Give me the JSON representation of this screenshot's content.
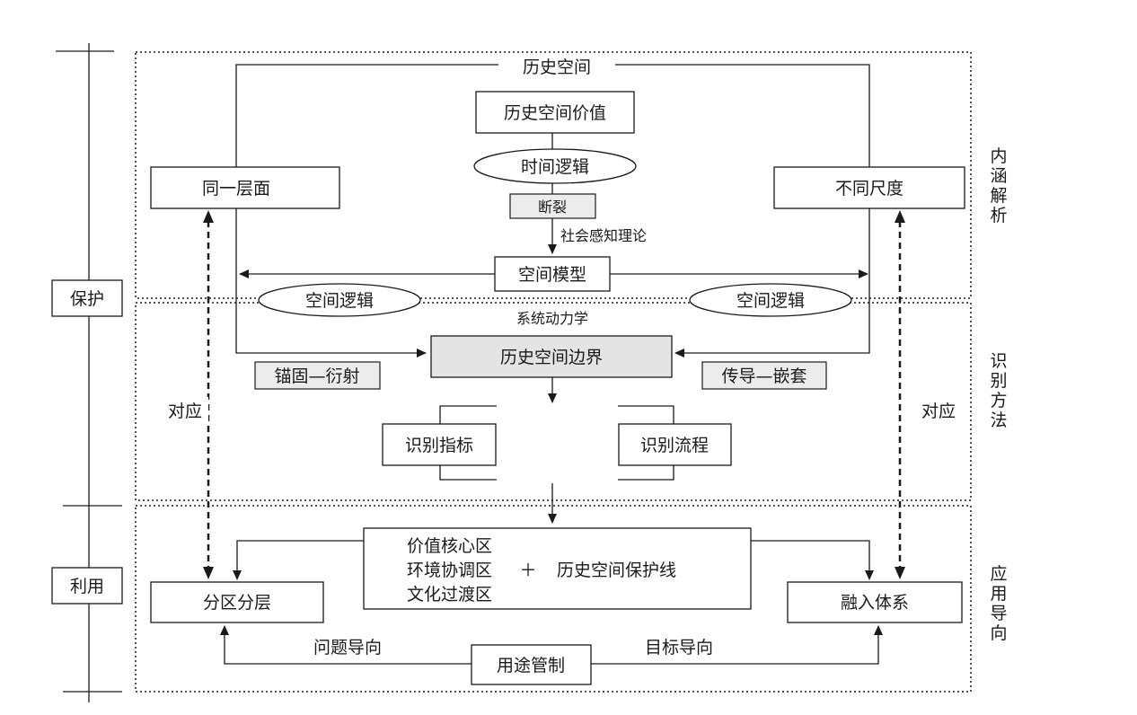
{
  "top_section": {
    "title": "历史空间",
    "value_box": "历史空间价值",
    "time_logic": "时间逻辑",
    "rupture": "断裂",
    "social_theory": "社会感知理论",
    "same_level": "同一层面",
    "diff_scale": "不同尺度",
    "space_model": "空间模型",
    "space_logic_left": "空间逻辑",
    "space_logic_right": "空间逻辑"
  },
  "middle_section": {
    "title": "系统动力学",
    "boundary": "历史空间边界",
    "anchor": "锚固—衍射",
    "conduct": "传导—嵌套",
    "index": "识别指标",
    "process": "识别流程",
    "correspond_left": "对应",
    "correspond_right": "对应"
  },
  "bottom_section": {
    "zones": [
      "价值核心区",
      "环境协调区",
      "文化过渡区"
    ],
    "plus": "＋",
    "protect_line": "历史空间保护线",
    "partition": "分区分层",
    "integrate": "融入体系",
    "problem_oriented": "问题导向",
    "goal_oriented": "目标导向",
    "usage_control": "用途管制"
  },
  "left_axis": {
    "protect": "保护",
    "utilize": "利用"
  },
  "right_axis": {
    "connotation": [
      "内",
      "涵",
      "解",
      "析"
    ],
    "identify": [
      "识",
      "别",
      "方",
      "法"
    ],
    "apply": [
      "应",
      "用",
      "导",
      "向"
    ]
  }
}
